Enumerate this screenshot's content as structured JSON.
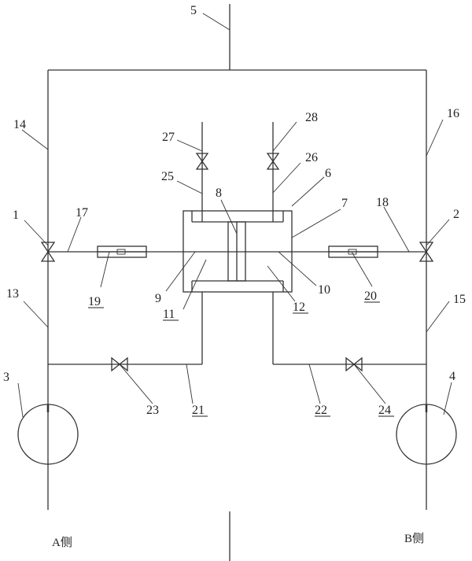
{
  "labels": {
    "n1": "1",
    "n2": "2",
    "n3": "3",
    "n4": "4",
    "n5": "5",
    "n6": "6",
    "n7": "7",
    "n8": "8",
    "n9": "9",
    "n10": "10",
    "n11": "11",
    "n12": "12",
    "n13": "13",
    "n14": "14",
    "n15": "15",
    "n16": "16",
    "n17": "17",
    "n18": "18",
    "n19": "19",
    "n20": "20",
    "n21": "21",
    "n22": "22",
    "n23": "23",
    "n24": "24",
    "n25": "25",
    "n26": "26",
    "n27": "27",
    "n28": "28"
  },
  "sides": {
    "a": "A侧",
    "b": "B侧"
  }
}
